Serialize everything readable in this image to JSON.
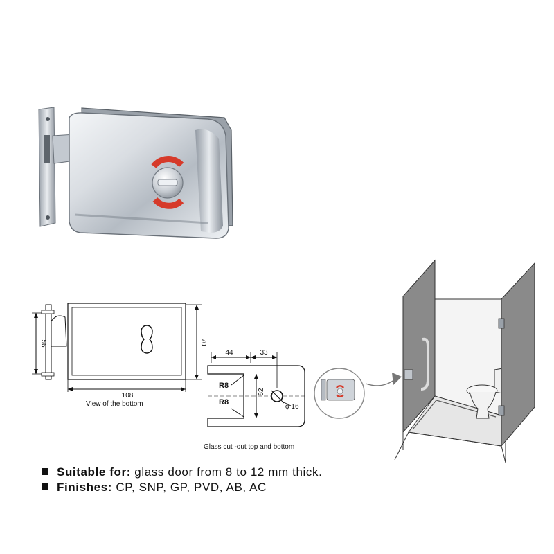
{
  "drawing": {
    "dim_length": "108",
    "dim_height": "70",
    "dim_plate": "56",
    "bottom_caption": "View of the bottom",
    "cut_dim_left": "44",
    "cut_dim_right": "33",
    "cut_radius_top": "R8",
    "cut_radius_bottom": "R8",
    "cut_height": "62",
    "cut_hole": "ϕ 16",
    "cut_caption": "Glass cut -out top and bottom"
  },
  "specs": [
    {
      "label": "Suitable for:",
      "value": " glass door from 8 to 12 mm thick."
    },
    {
      "label": "Finishes:",
      "value": " CP, SNP, GP, PVD, AB, AC"
    }
  ],
  "colors": {
    "indicator_red": "#d63a2a",
    "chrome_light": "#eef0f3",
    "chrome_dark": "#7d8590",
    "glass_panel": "#8a8a8a",
    "floor": "#e6e6e6"
  }
}
